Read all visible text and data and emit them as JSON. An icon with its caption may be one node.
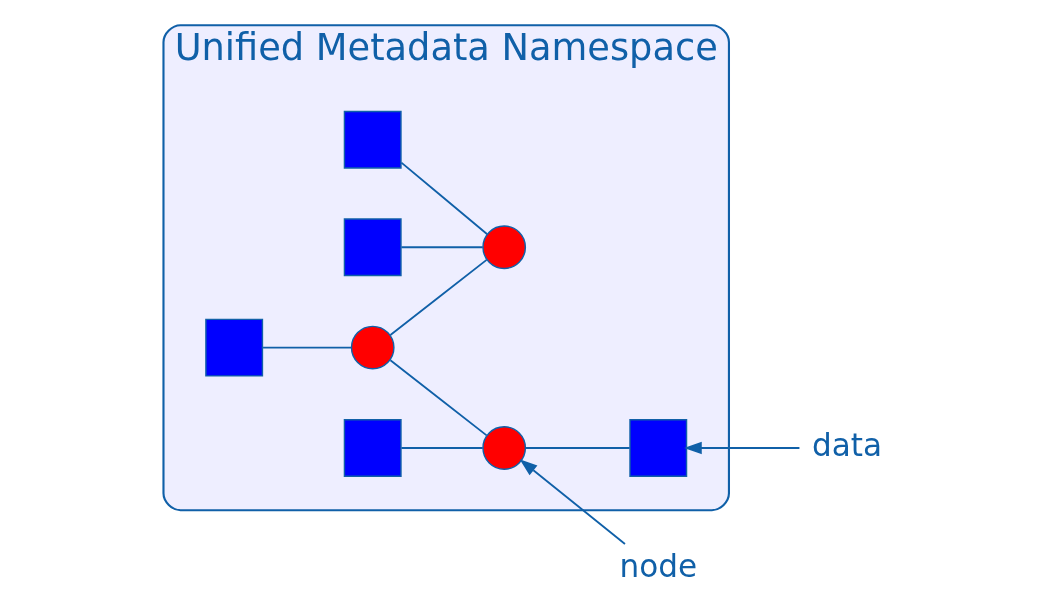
{
  "diagram": {
    "nodes": [
      {
        "text": [
          "Unified Metadata Namespace"
        ]
      },
      {
        "text": [],
        "shape": "box",
        "in": 0
      },
      {
        "text": [],
        "shape": "circle",
        "in": 0
      },
      {
        "text": [],
        "shape": "box",
        "in": 0
      },
      {
        "text": [],
        "shape": "box",
        "in": 0
      },
      {
        "text": [],
        "shape": "box",
        "in": 0
      },
      {
        "text": [],
        "shape": "circle",
        "in": 0
      },
      {
        "text": [],
        "shape": "circle",
        "in": 0
      },
      {
        "text": [],
        "shape": "box",
        "in": 0
      },
      {
        "text": [
          "data"
        ]
      },
      {
        "text": [
          "node"
        ]
      }
    ],
    "edges": [
      {
        "from": 1,
        "to": 7,
        "arrow": "none"
      },
      {
        "from": 4,
        "to": 2,
        "arrow": "none"
      },
      {
        "from": 2,
        "to": 7,
        "arrow": "none"
      },
      {
        "from": 3,
        "to": 7,
        "arrow": "none"
      },
      {
        "from": 2,
        "to": 6,
        "arrow": "none"
      },
      {
        "from": 6,
        "to": 5,
        "arrow": "none"
      },
      {
        "from": 8,
        "to": 6,
        "arrow": "none"
      },
      {
        "from": 9,
        "to": 5,
        "arrow": "to"
      },
      {
        "from": 10,
        "to": 6,
        "arrow": "to"
      }
    ]
  }
}
